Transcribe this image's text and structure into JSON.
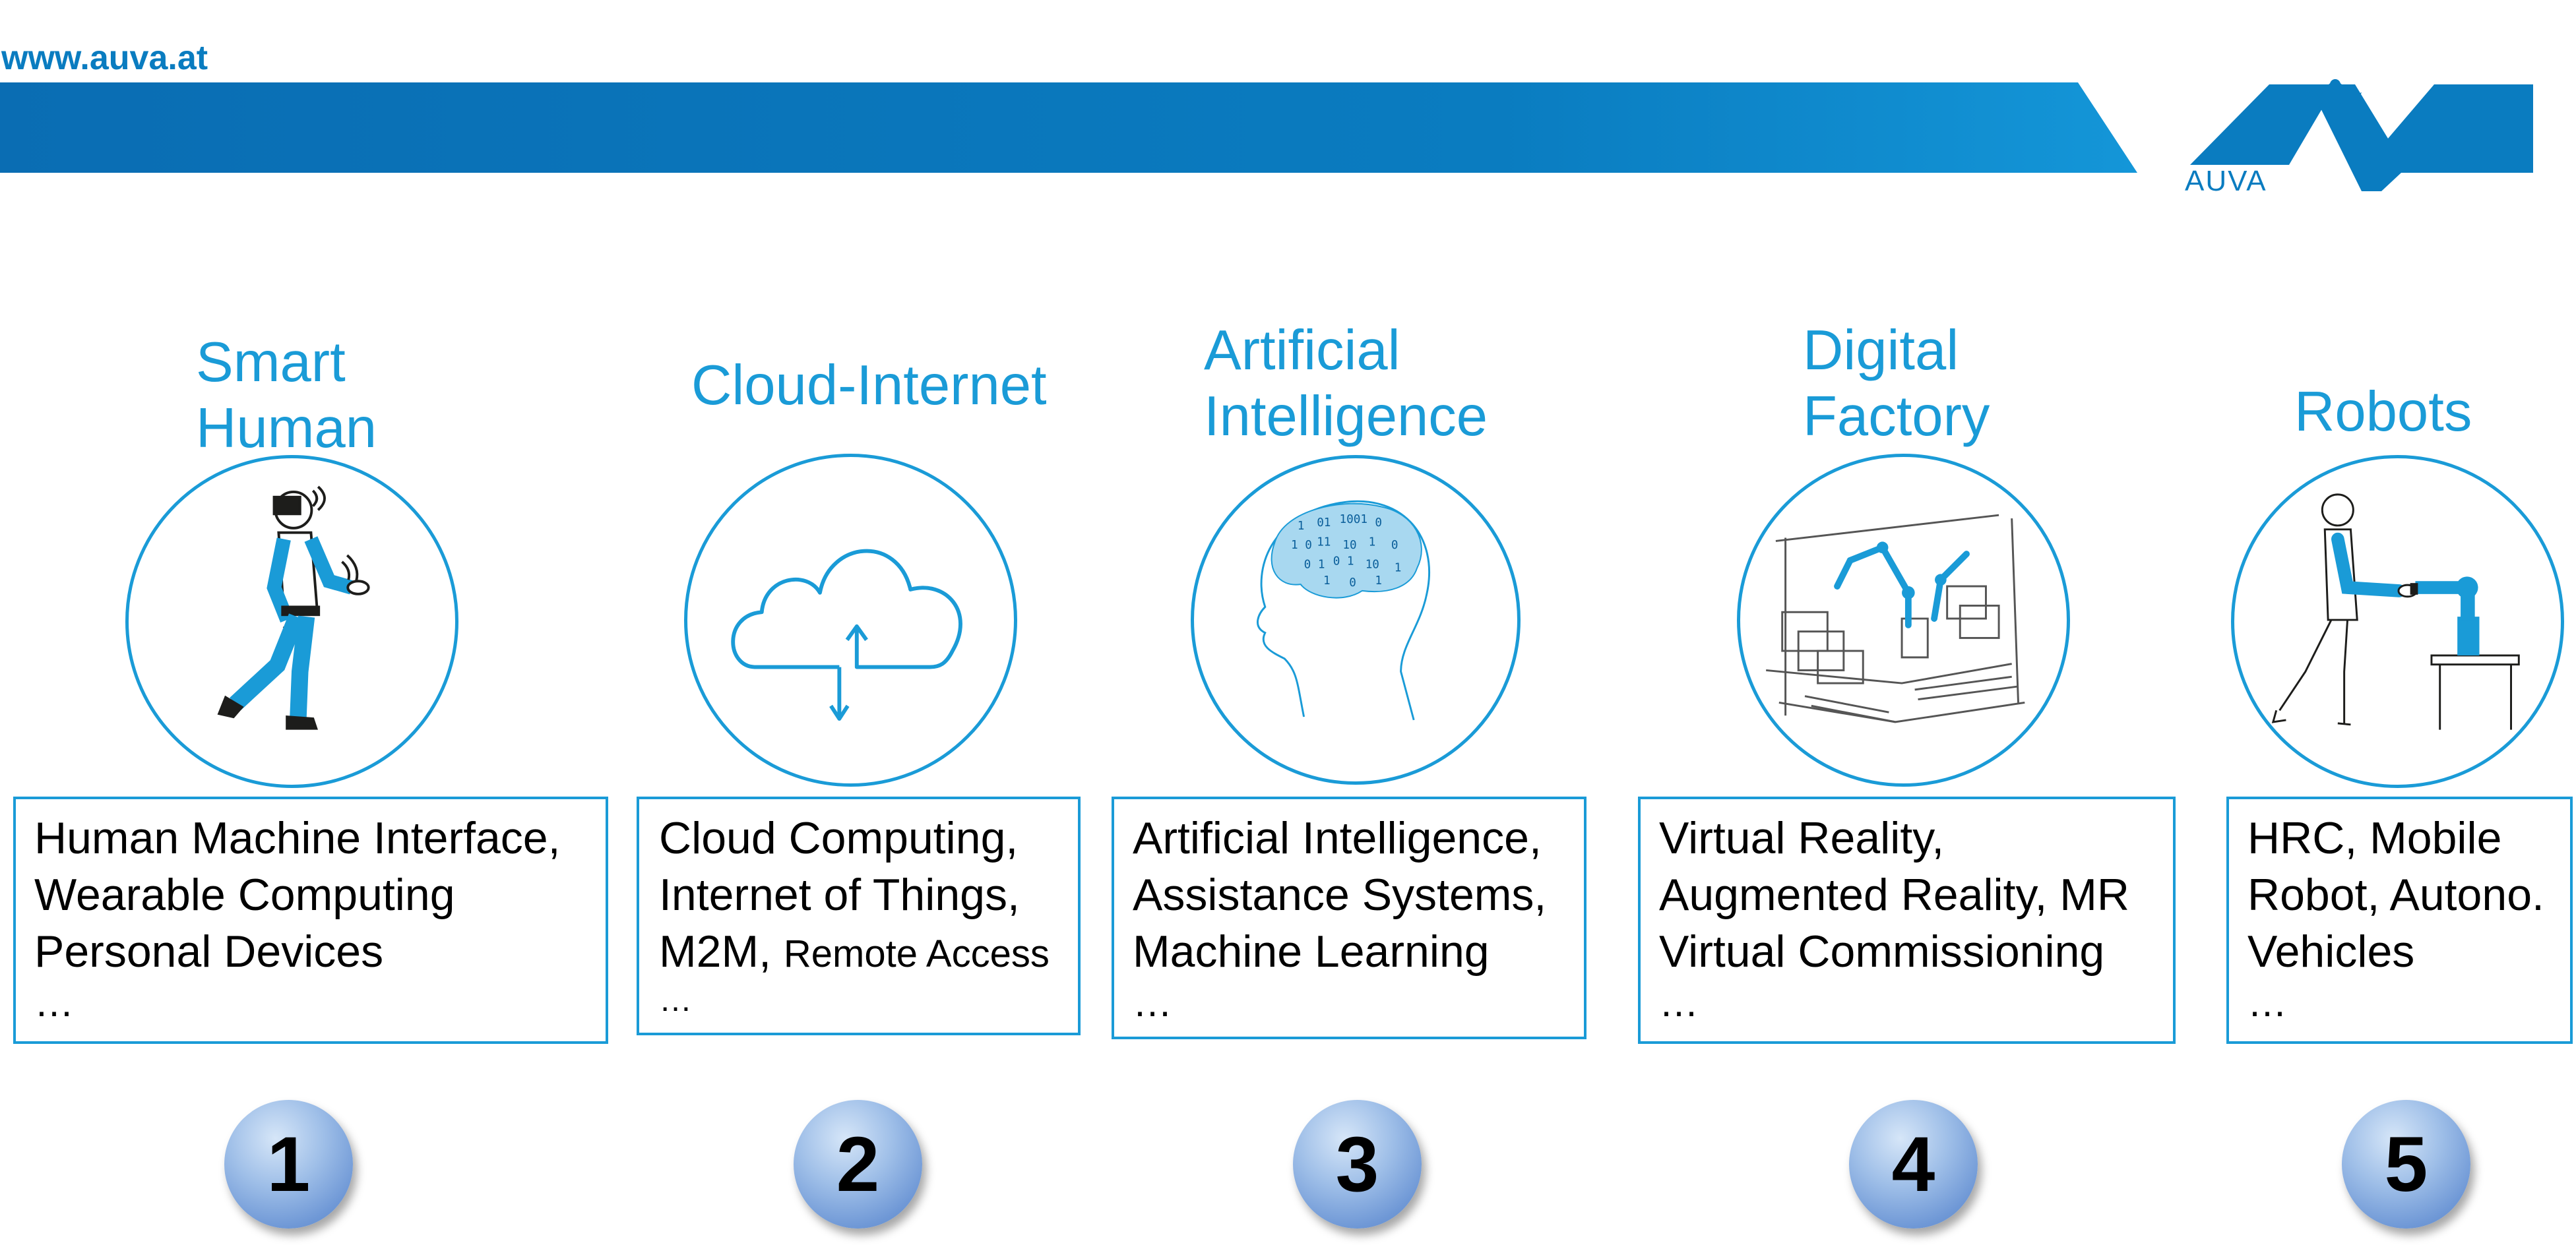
{
  "header": {
    "url": "www.auva.at",
    "logo_text": "AUVA",
    "banner_color": "#0a7cc0"
  },
  "pillars": [
    {
      "title_lines": [
        "Smart",
        "Human"
      ],
      "icon": "walking-person-with-vr-headset-icon",
      "text_lines": [
        "Human Machine Interface,",
        "Wearable Computing",
        "Personal Devices",
        "…"
      ],
      "number": "1"
    },
    {
      "title_lines": [
        "Cloud-Internet"
      ],
      "icon": "cloud-upload-download-icon",
      "text_lines": [
        "Cloud Computing,",
        "Internet of Things,",
        "M2M,",
        "Remote Access",
        "…"
      ],
      "number": "2"
    },
    {
      "title_lines": [
        "Artificial",
        "Intelligence"
      ],
      "icon": "brain-binary-head-icon",
      "text_lines": [
        "Artificial Intelligence,",
        "Assistance Systems,",
        "Machine Learning",
        "…"
      ],
      "number": "3"
    },
    {
      "title_lines": [
        "Digital",
        "Factory"
      ],
      "icon": "robotic-factory-line-icon",
      "text_lines": [
        "Virtual Reality,",
        "Augmented Reality, MR",
        "Virtual Commissioning",
        "…"
      ],
      "number": "4"
    },
    {
      "title_lines": [
        "Robots"
      ],
      "icon": "human-robot-collaboration-icon",
      "text_lines": [
        "HRC, Mobile",
        "Robot, Autono.",
        "Vehicles",
        "…"
      ],
      "number": "5"
    }
  ],
  "colors": {
    "accent": "#1a9bd7",
    "banner": "#0a7cc0",
    "number_ball": "#8fb3e3"
  }
}
